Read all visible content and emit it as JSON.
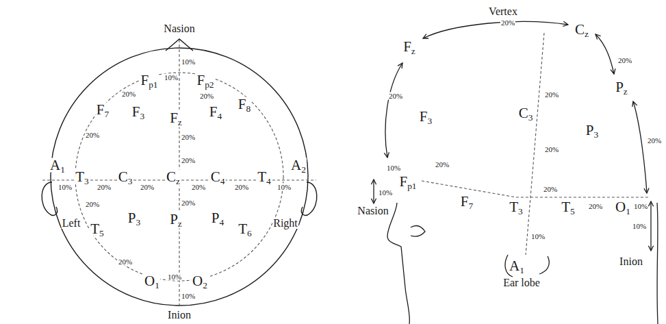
{
  "diagram": {
    "labels": [
      "Nasion",
      "10%",
      "Fp1",
      "10%",
      "Fp2",
      "20%",
      "20%",
      "F7",
      "F3",
      "Fz",
      "F4",
      "F8",
      "20%",
      "20%",
      "20%",
      "A1",
      "A2",
      "T3",
      "C3",
      "Cz",
      "C4",
      "T4",
      "10%",
      "20%",
      "20%",
      "20%",
      "20%",
      "10%",
      "20%",
      "20%",
      "P3",
      "Pz",
      "P4",
      "Left",
      "Right",
      "T5",
      "T6",
      "20%",
      "O1",
      "10%",
      "O2",
      "10%",
      "Inion",
      "Vertex",
      "20%",
      "Cz",
      "Fz",
      "20%",
      "Pz",
      "20%",
      "20%",
      "C3",
      "F3",
      "P3",
      "20%",
      "20%",
      "20%",
      "10%",
      "Fp1",
      "20%",
      "10%",
      "F7",
      "T3",
      "T5",
      "20%",
      "O1",
      "10%",
      "Nasion",
      "10%",
      "10%",
      "Inion",
      "A1",
      "Ear lobe"
    ]
  }
}
